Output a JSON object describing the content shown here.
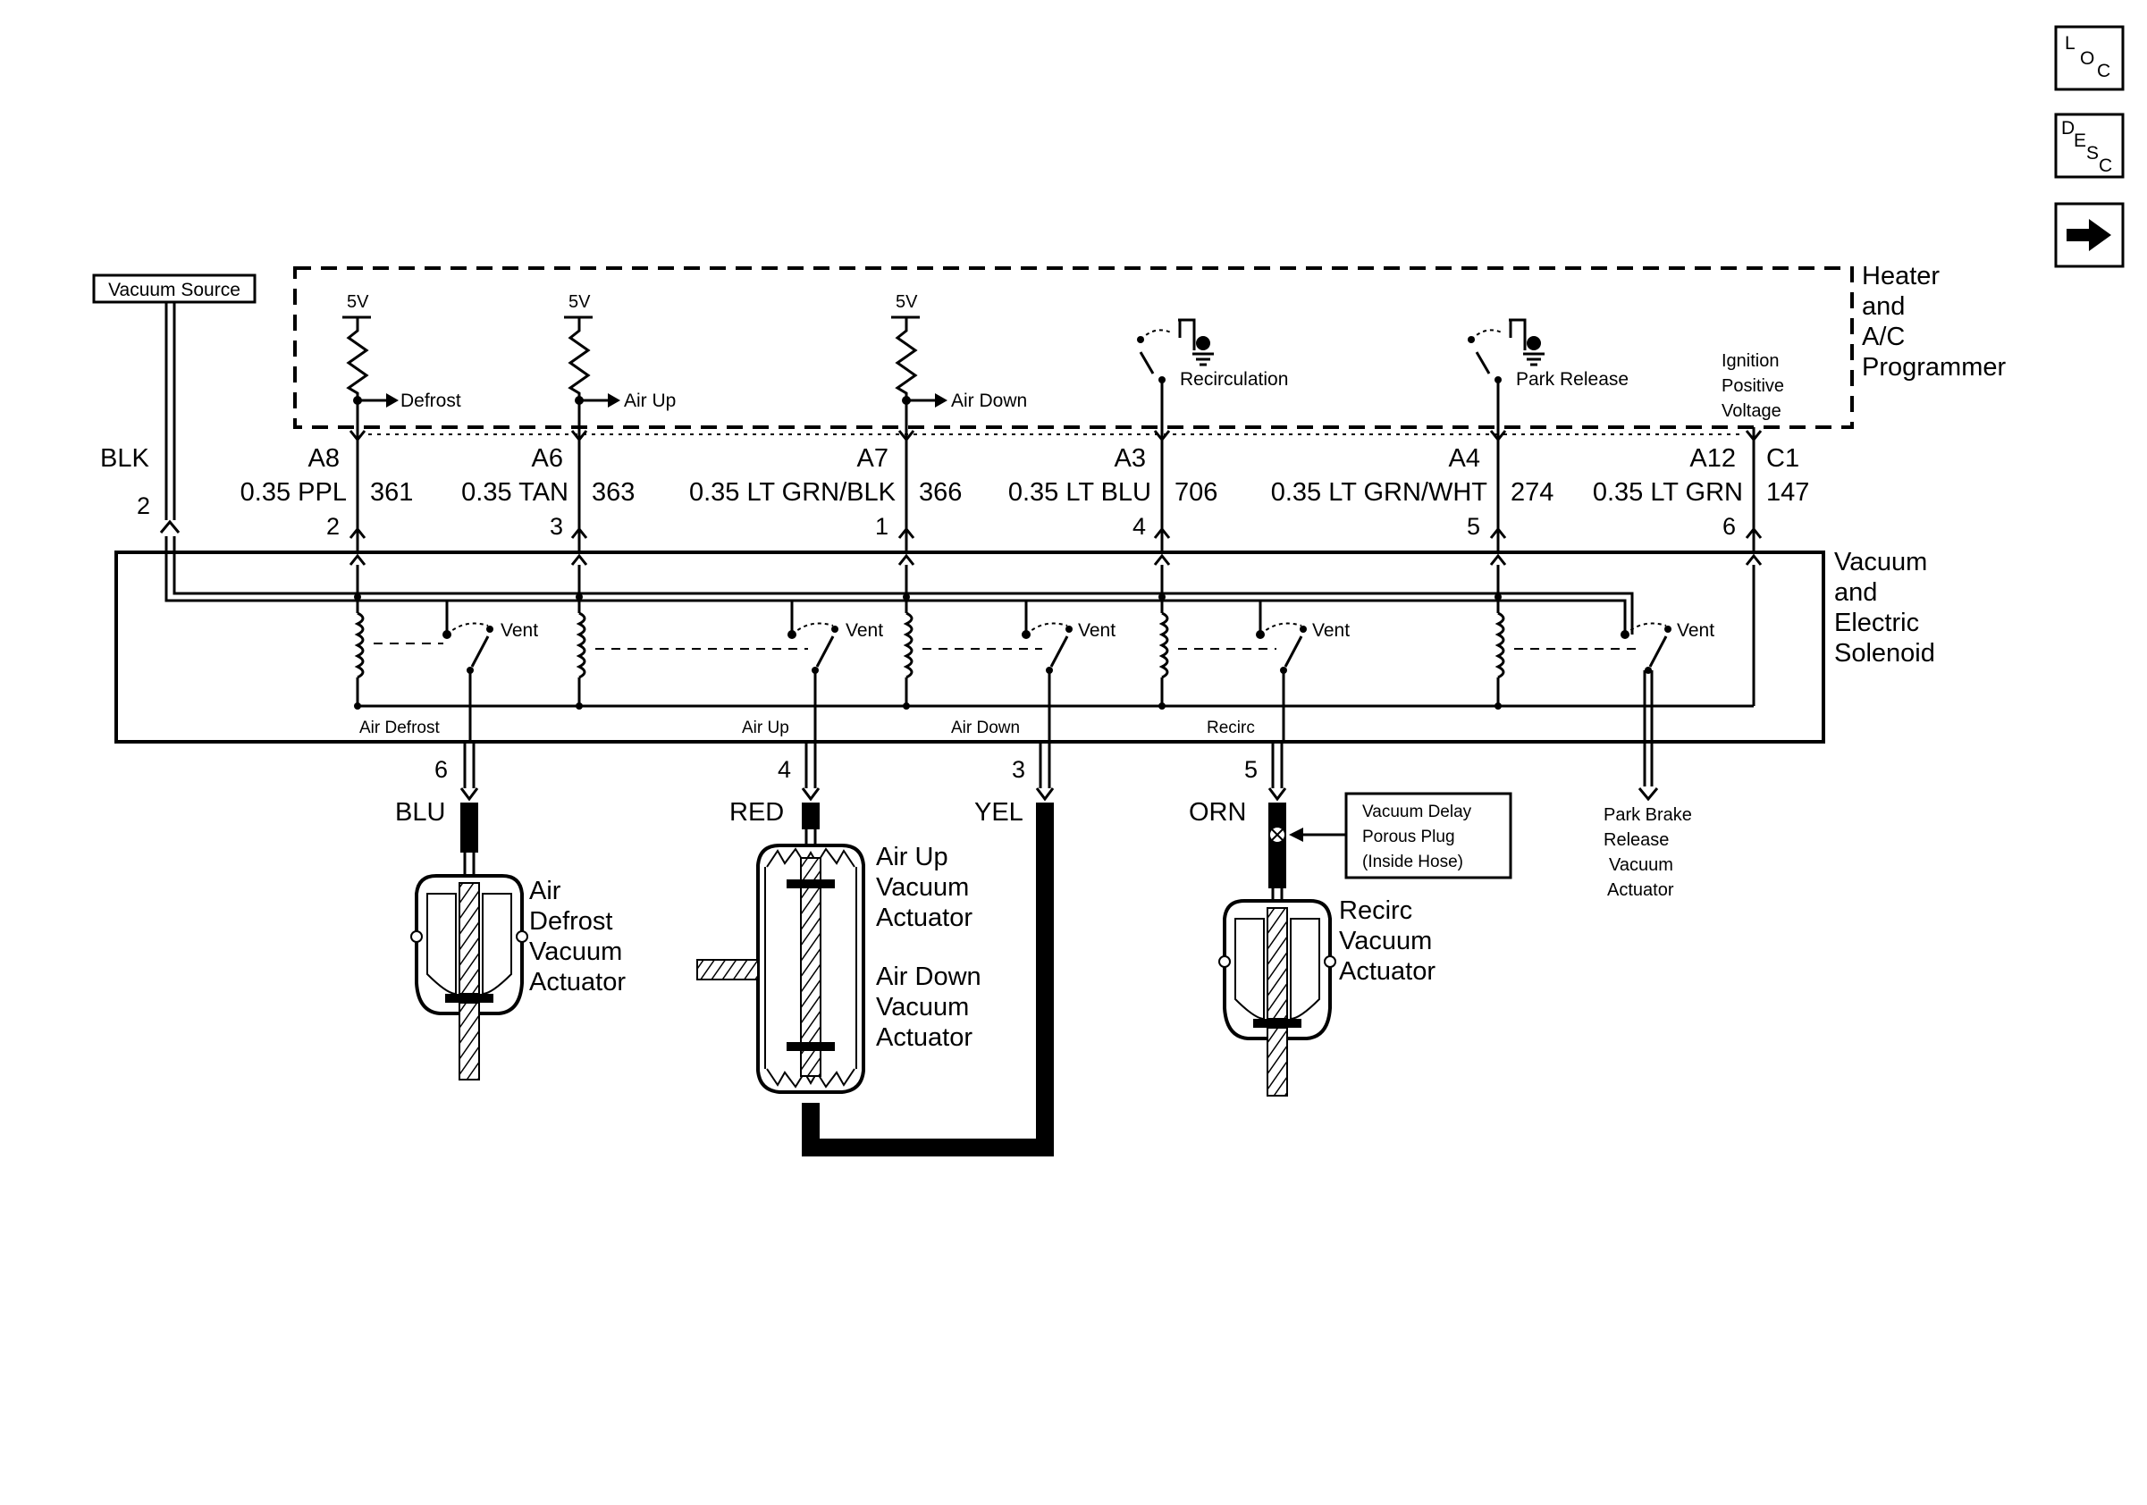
{
  "nav": {
    "loc": {
      "l": "L",
      "o": "O",
      "c": "C"
    },
    "desc": {
      "d": "D",
      "e": "E",
      "s": "S",
      "c": "C"
    },
    "next_icon": "right-arrow-icon"
  },
  "vacuum_source": {
    "label": "Vacuum Source",
    "color": "BLK",
    "pin": "2"
  },
  "programmer": {
    "title_lines": [
      "Heater",
      "and",
      "A/C",
      "Programmer"
    ],
    "supply": "5V",
    "outputs": {
      "defrost": "Defrost",
      "air_up": "Air Up",
      "air_down": "Air Down"
    },
    "switches": {
      "recirculation": "Recirculation",
      "park_release": "Park Release"
    },
    "ignition_lines": [
      "Ignition",
      "Positive",
      "Voltage"
    ]
  },
  "circuits": [
    {
      "terminal": "A8",
      "wire": "0.35 PPL",
      "number": "361",
      "pin": "2"
    },
    {
      "terminal": "A6",
      "wire": "0.35 TAN",
      "number": "363",
      "pin": "3"
    },
    {
      "terminal": "A7",
      "wire": "0.35 LT GRN/BLK",
      "number": "366",
      "pin": "1"
    },
    {
      "terminal": "A3",
      "wire": "0.35 LT BLU",
      "number": "706",
      "pin": "4"
    },
    {
      "terminal": "A4",
      "wire": "0.35 LT GRN/WHT",
      "number": "274",
      "pin": "5"
    },
    {
      "terminal": "A12",
      "wire": "0.35 LT GRN",
      "number": "147",
      "pin": "6"
    }
  ],
  "connector": "C1",
  "solenoid": {
    "title_lines": [
      "Vacuum",
      "and",
      "Electric",
      "Solenoid"
    ],
    "vent": "Vent",
    "ports": {
      "air_defrost": "Air Defrost",
      "air_up": "Air Up",
      "air_down": "Air Down",
      "recirc": "Recirc"
    }
  },
  "hoses": [
    {
      "pin": "6",
      "color": "BLU"
    },
    {
      "pin": "4",
      "color": "RED"
    },
    {
      "pin": "3",
      "color": "YEL"
    },
    {
      "pin": "5",
      "color": "ORN"
    }
  ],
  "actuators": {
    "air_defrost": [
      "Air",
      "Defrost",
      "Vacuum",
      "Actuator"
    ],
    "air_up": [
      "Air Up",
      "Vacuum",
      "Actuator"
    ],
    "air_down": [
      "Air Down",
      "Vacuum",
      "Actuator"
    ],
    "recirc": [
      "Recirc",
      "Vacuum",
      "Actuator"
    ],
    "park_brake": [
      "Park Brake",
      "Release",
      "Vacuum",
      "Actuator"
    ]
  },
  "delay_plug": [
    "Vacuum Delay",
    "Porous Plug",
    "(Inside Hose)"
  ]
}
